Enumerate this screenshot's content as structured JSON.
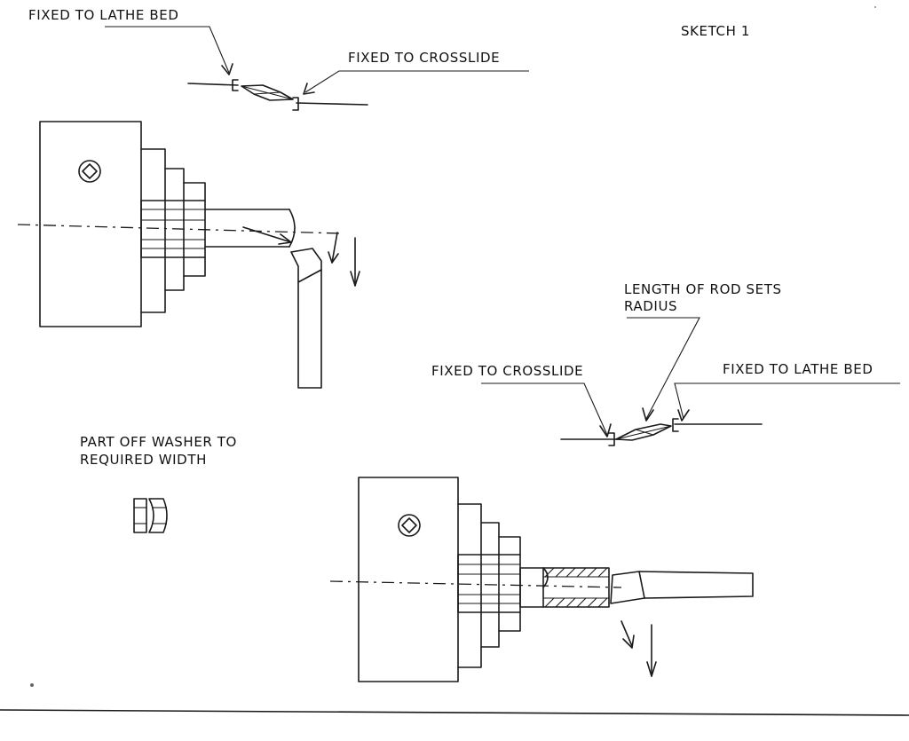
{
  "sheet": {
    "title": "SKETCH 1"
  },
  "upper_setup": {
    "label_bed": "FIXED TO LATHE BED",
    "label_crosslide": "FIXED TO CROSSLIDE"
  },
  "lower_setup": {
    "label_rod_line1": "LENGTH OF ROD SETS",
    "label_rod_line2": "RADIUS",
    "label_crosslide": "FIXED TO CROSSLIDE",
    "label_bed": "FIXED TO LATHE BED"
  },
  "washer_note": {
    "line1": "PART OFF WASHER TO",
    "line2": "REQUIRED  WIDTH"
  }
}
